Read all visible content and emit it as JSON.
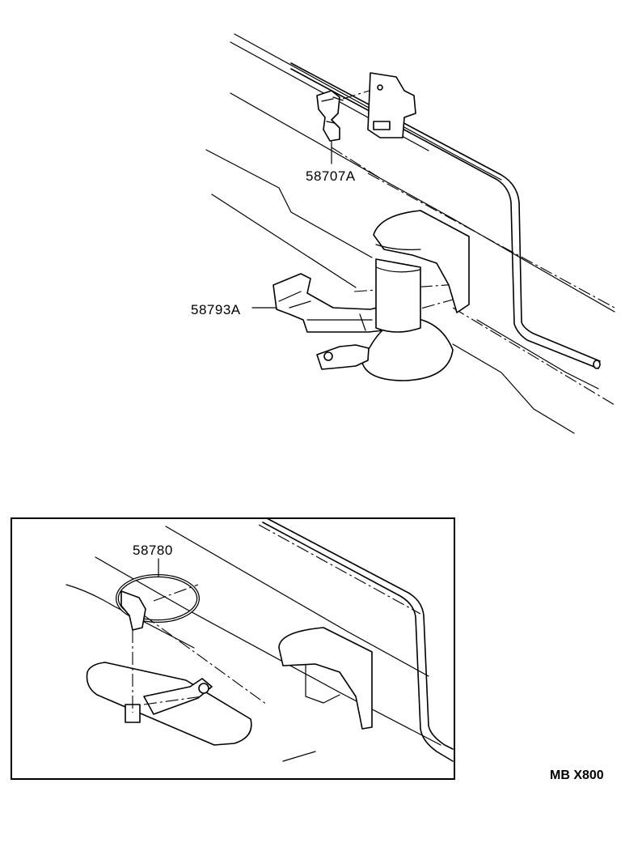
{
  "parts": [
    {
      "id": "clip",
      "label": "58707A"
    },
    {
      "id": "bracket",
      "label": "58793A"
    },
    {
      "id": "ring",
      "label": "58780"
    }
  ],
  "diagram_code": "MB X800"
}
